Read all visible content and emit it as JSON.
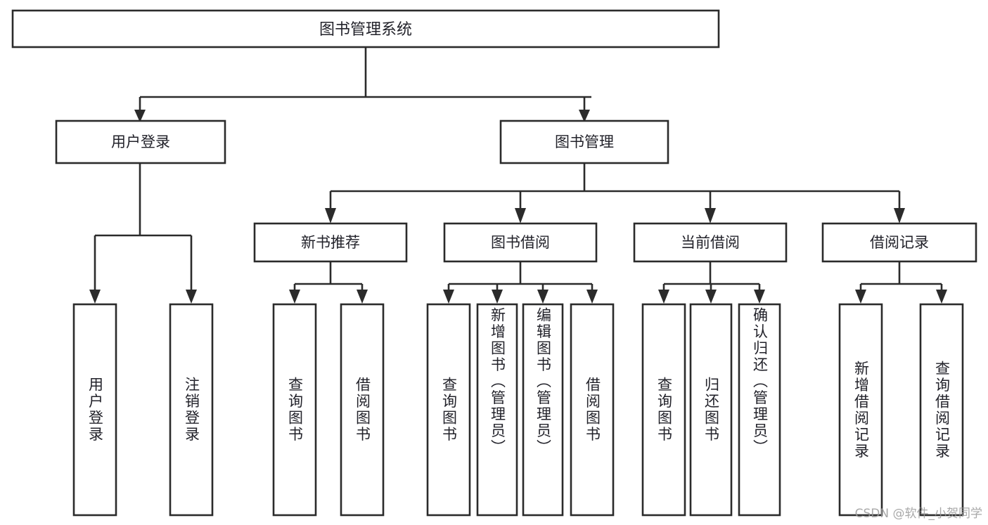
{
  "diagram": {
    "type": "tree-hierarchy",
    "title": "图书管理系统",
    "orientation": "top-down",
    "colors": {
      "box_stroke": "#2b2b2b",
      "box_fill": "#ffffff",
      "text": "#22222a",
      "background": "#ffffff",
      "watermark": "#9a9a9a"
    },
    "root": {
      "label": "图书管理系统"
    },
    "level2": [
      {
        "label": "用户登录"
      },
      {
        "label": "图书管理"
      }
    ],
    "level3": [
      {
        "label": "新书推荐"
      },
      {
        "label": "图书借阅"
      },
      {
        "label": "当前借阅"
      },
      {
        "label": "借阅记录"
      }
    ],
    "leaves": {
      "user_login": [
        {
          "label": "用户登录"
        },
        {
          "label": "注销登录"
        }
      ],
      "new_book_recommend": [
        {
          "label": "查询图书"
        },
        {
          "label": "借阅图书"
        }
      ],
      "book_borrow": [
        {
          "label": "查询图书"
        },
        {
          "label": "新增图书（管理员）"
        },
        {
          "label": "编辑图书（管理员）"
        },
        {
          "label": "借阅图书"
        }
      ],
      "current_borrow": [
        {
          "label": "查询图书"
        },
        {
          "label": "归还图书"
        },
        {
          "label": "确认归还（管理员）"
        }
      ],
      "borrow_record": [
        {
          "label": "新增借阅记录"
        },
        {
          "label": "查询借阅记录"
        }
      ]
    }
  },
  "watermark": {
    "text": "CSDN @软件_小贺同学"
  }
}
